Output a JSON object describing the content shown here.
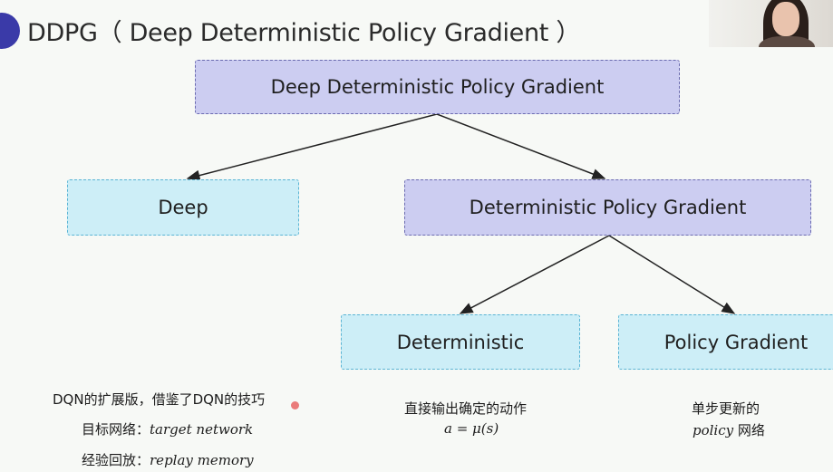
{
  "slide": {
    "title": "DDPG（ Deep Deterministic Policy Gradient ）"
  },
  "diagram": {
    "nodes": {
      "root": "Deep Deterministic Policy Gradient",
      "deep": "Deep",
      "dpg": "Deterministic Policy Gradient",
      "deterministic": "Deterministic",
      "policy_gradient": "Policy Gradient"
    }
  },
  "notes": {
    "deep": {
      "line1": "DQN的扩展版，借鉴了DQN的技巧",
      "line2_prefix": "目标网络：",
      "line2_term": "target network",
      "line3_prefix": "经验回放：",
      "line3_term": "replay memory"
    },
    "deterministic": {
      "line1": "直接输出确定的动作",
      "line2": "a = μ(s)"
    },
    "policy_gradient": {
      "line1": "单步更新的",
      "line2_term": "policy",
      "line2_suffix": " 网络"
    }
  },
  "colors": {
    "purple_box": "#cccdf1",
    "blue_box": "#cdeef7",
    "badge": "#3a3aa8"
  }
}
